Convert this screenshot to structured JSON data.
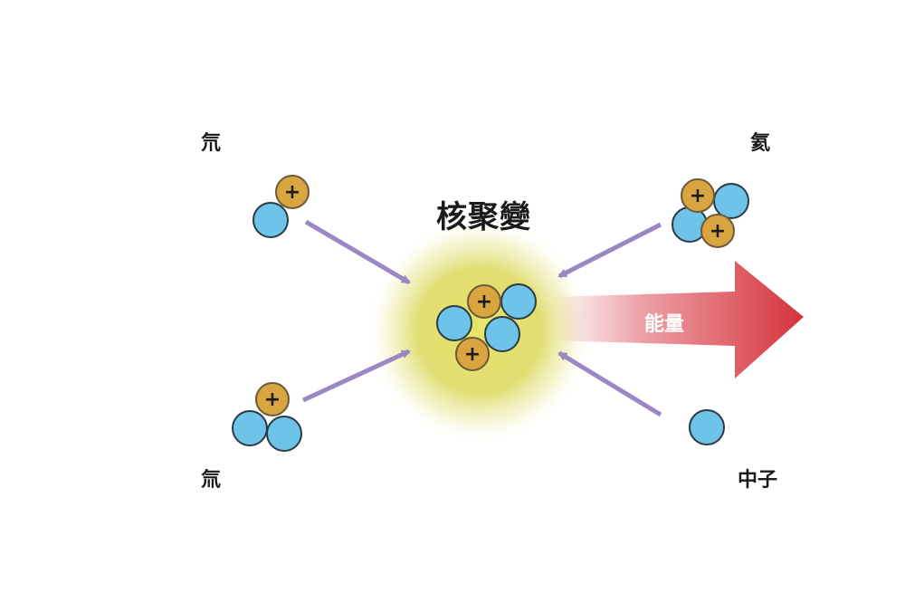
{
  "title": "核聚變",
  "reactants": {
    "deuterium": "氘",
    "tritium": "氚"
  },
  "products": {
    "helium": "氦",
    "neutron": "中子"
  },
  "energy_label": "能量",
  "proton_symbol": "+",
  "colors": {
    "neutron": "#6ec4e8",
    "proton": "#d9a541",
    "arrow": "#9b87c4",
    "energy_arrow": "#d6323c",
    "glow": "#dede6a"
  },
  "icons": [
    "proton-particle",
    "neutron-particle",
    "energy-arrow"
  ]
}
